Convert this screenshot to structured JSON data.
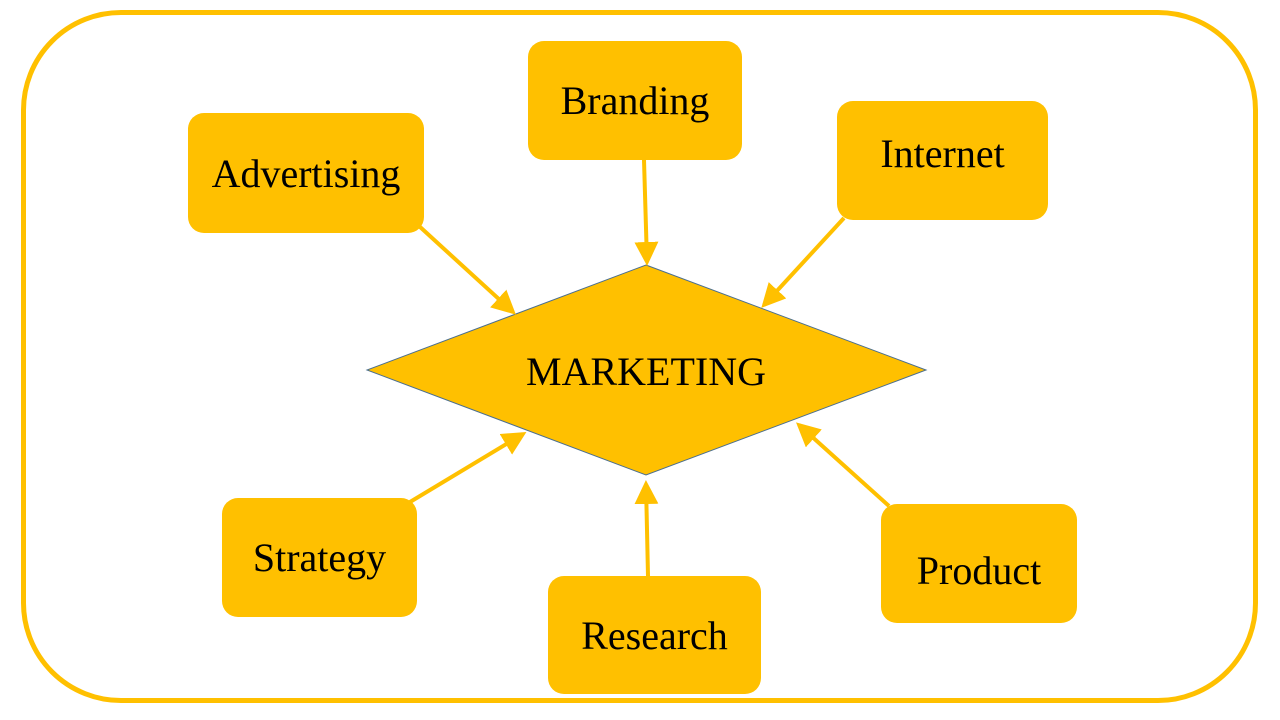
{
  "colors": {
    "accent": "#FFC000",
    "text": "#000000",
    "center_outline": "#4A6E8F"
  },
  "center": {
    "label": "MARKETING"
  },
  "nodes": [
    {
      "id": "branding",
      "label": "Branding"
    },
    {
      "id": "advertising",
      "label": "Advertising"
    },
    {
      "id": "internet",
      "label": "Internet"
    },
    {
      "id": "strategy",
      "label": "Strategy"
    },
    {
      "id": "research",
      "label": "Research"
    },
    {
      "id": "product",
      "label": "Product"
    }
  ]
}
